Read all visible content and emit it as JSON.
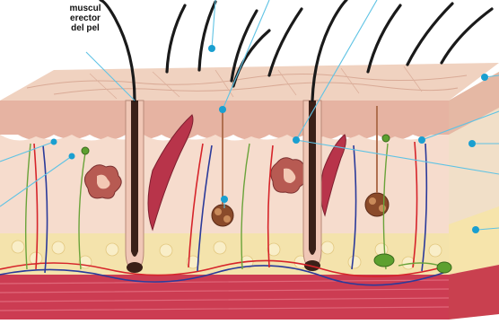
{
  "diagram": {
    "labels": {
      "muscle_line1": "muscul",
      "muscle_line2": "erector",
      "muscle_line3": "del pel"
    },
    "colors": {
      "hair": "#1a1a1a",
      "epidermis": "#e9c3ad",
      "dermis": "#f3d2c2",
      "hypodermis_fat": "#f2e1a8",
      "muscle_layer": "#c8364e",
      "arrector_muscle": "#b8344a",
      "artery": "#d6242a",
      "vein": "#2b3a9a",
      "nerve": "#6aa33a",
      "callout_line": "#5fc3e4",
      "callout_dot": "#1a9fd0"
    },
    "icons": [
      "hair-shaft-icon",
      "sebaceous-gland-icon",
      "sweat-gland-icon",
      "nerve-ending-icon"
    ]
  }
}
